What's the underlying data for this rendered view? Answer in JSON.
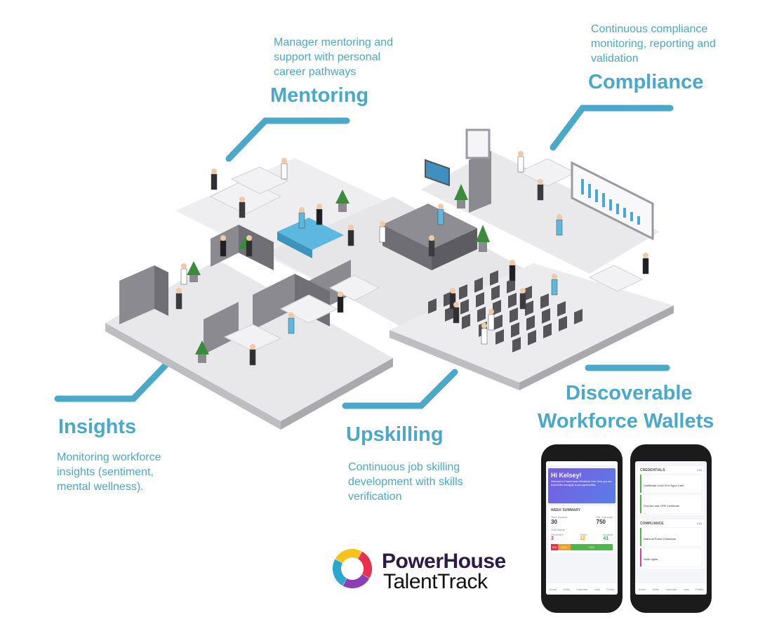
{
  "sections": {
    "mentoring": {
      "title": "Mentoring",
      "desc": "Manager mentoring and support with personal career pathways"
    },
    "compliance": {
      "title": "Compliance",
      "desc": "Continuous compliance monitoring, reporting and validation"
    },
    "insights": {
      "title": "Insights",
      "desc": "Monitoring workforce insights (sentiment, mental wellness)."
    },
    "upskilling": {
      "title": "Upskilling",
      "desc": "Continuous job skilling development with skills verification"
    },
    "wallets": {
      "title_line1": "Discoverable",
      "title_line2": "Workforce Wallets"
    }
  },
  "brand": {
    "line1": "PowerHouse",
    "line2": "TalentTrack"
  },
  "phone1": {
    "greeting": "Hi Kelsey!",
    "welcome": "Welcome to PowerHouse Workforce Hub. Here you can book shifts and apply to job opportunities.",
    "week_summary": "WEEK SUMMARY",
    "time_booked_label": "Time booked",
    "time_booked_value": "30",
    "est_earnings_label": "Est. earnings",
    "est_earnings_value": "750",
    "shift_status": "Shift status",
    "stats": [
      {
        "label": "Recorded",
        "value": "3"
      },
      {
        "label": "Filled",
        "value": "12"
      },
      {
        "label": "Booked",
        "value": "41"
      }
    ],
    "bar_segments": [
      "8%",
      "21%",
      "71%"
    ],
    "nav": [
      "Home",
      "Shifts",
      "Calendar",
      "Jobs",
      "Profile"
    ]
  },
  "phone2": {
    "credentials": "CREDENTIALS",
    "edit": "Edit",
    "cred_items": [
      "Certificate Level III in Aged Care",
      "First Aid and CPR Certificate"
    ],
    "compliance": "COMPLIANCE",
    "comp_items": [
      "National Police Clearance",
      "Work rights"
    ],
    "nav": [
      "Home",
      "Shifts",
      "Calendar",
      "Jobs",
      "Profile"
    ]
  },
  "colors": {
    "accent": "#4aa8c8",
    "floor": "#e6e6e8",
    "brand_dark": "#2e1a47"
  }
}
